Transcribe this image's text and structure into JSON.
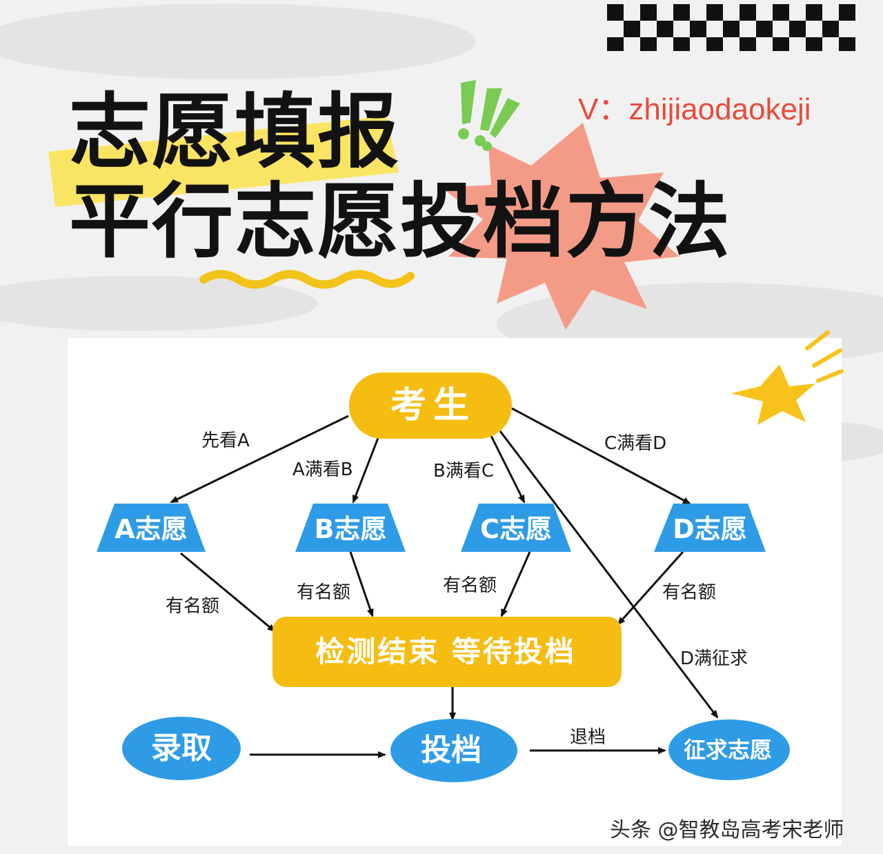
{
  "header": {
    "title_line1": "志愿填报",
    "title_line2": "平行志愿投档方法",
    "contact": "V：zhijiaodaokeji"
  },
  "diagram": {
    "nodes": {
      "student": "考生",
      "a": "A志愿",
      "b": "B志愿",
      "c": "C志愿",
      "d": "D志愿",
      "wait": "检测结束 等待投档",
      "admit": "录取",
      "submit": "投档",
      "solicit": "征求志愿"
    },
    "edge_labels": {
      "to_a": "先看A",
      "to_b": "A满看B",
      "to_c": "B满看C",
      "to_d": "C满看D",
      "quota_a": "有名额",
      "quota_b": "有名额",
      "quota_c": "有名额",
      "quota_d": "有名额",
      "d_full": "D满征求",
      "return": "退档"
    }
  },
  "watermark": "头条 @智教岛高考宋老师",
  "colors": {
    "node_yellow": "#f5bd12",
    "node_blue": "#2e9be6",
    "contact_red": "#e74c3c",
    "burst_salmon": "#f49b87",
    "highlight_yellow": "#fbe24a",
    "exclaim_green": "#7acb54",
    "star_yellow": "#f7c31b"
  }
}
